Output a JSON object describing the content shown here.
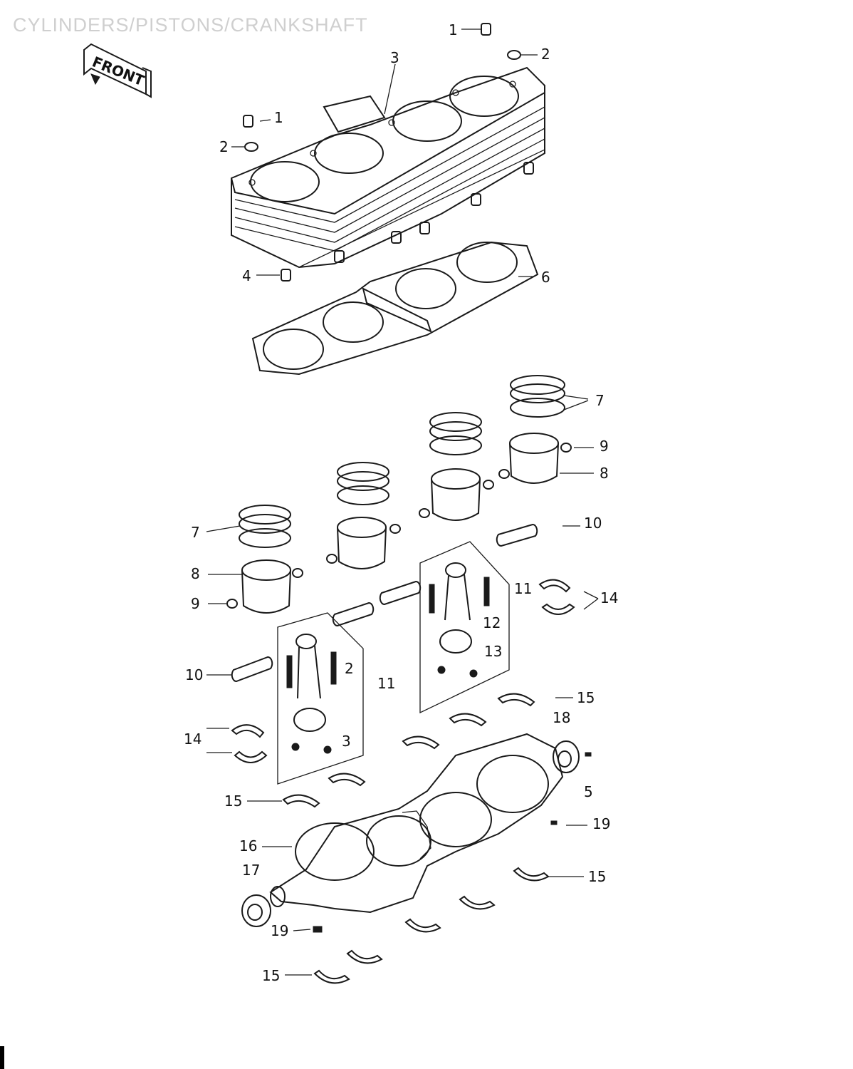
{
  "page": {
    "title": "CYLINDERS/PISTONS/CRANKSHAFT"
  },
  "badge": {
    "text": "FRONT"
  },
  "callouts": {
    "c1a": "1",
    "c2a": "2",
    "c3": "3",
    "c1b": "1",
    "c2b": "2",
    "c4": "4",
    "c6": "6",
    "c7a": "7",
    "c9a": "9",
    "c8a": "8",
    "c10a": "10",
    "c7b": "7",
    "c8b": "8",
    "c9b": "9",
    "c11a": "11",
    "c14a": "14",
    "c12a": "12",
    "c13a": "13",
    "c10b": "10",
    "c12b": "2",
    "c11b": "11",
    "c15a": "15",
    "c18": "18",
    "c14b": "14",
    "c13b": "3",
    "c5": "5",
    "c15b": "15",
    "c19a": "19",
    "c16": "16",
    "c17": "17",
    "c15c": "15",
    "c19b": "19",
    "c15d": "15"
  }
}
